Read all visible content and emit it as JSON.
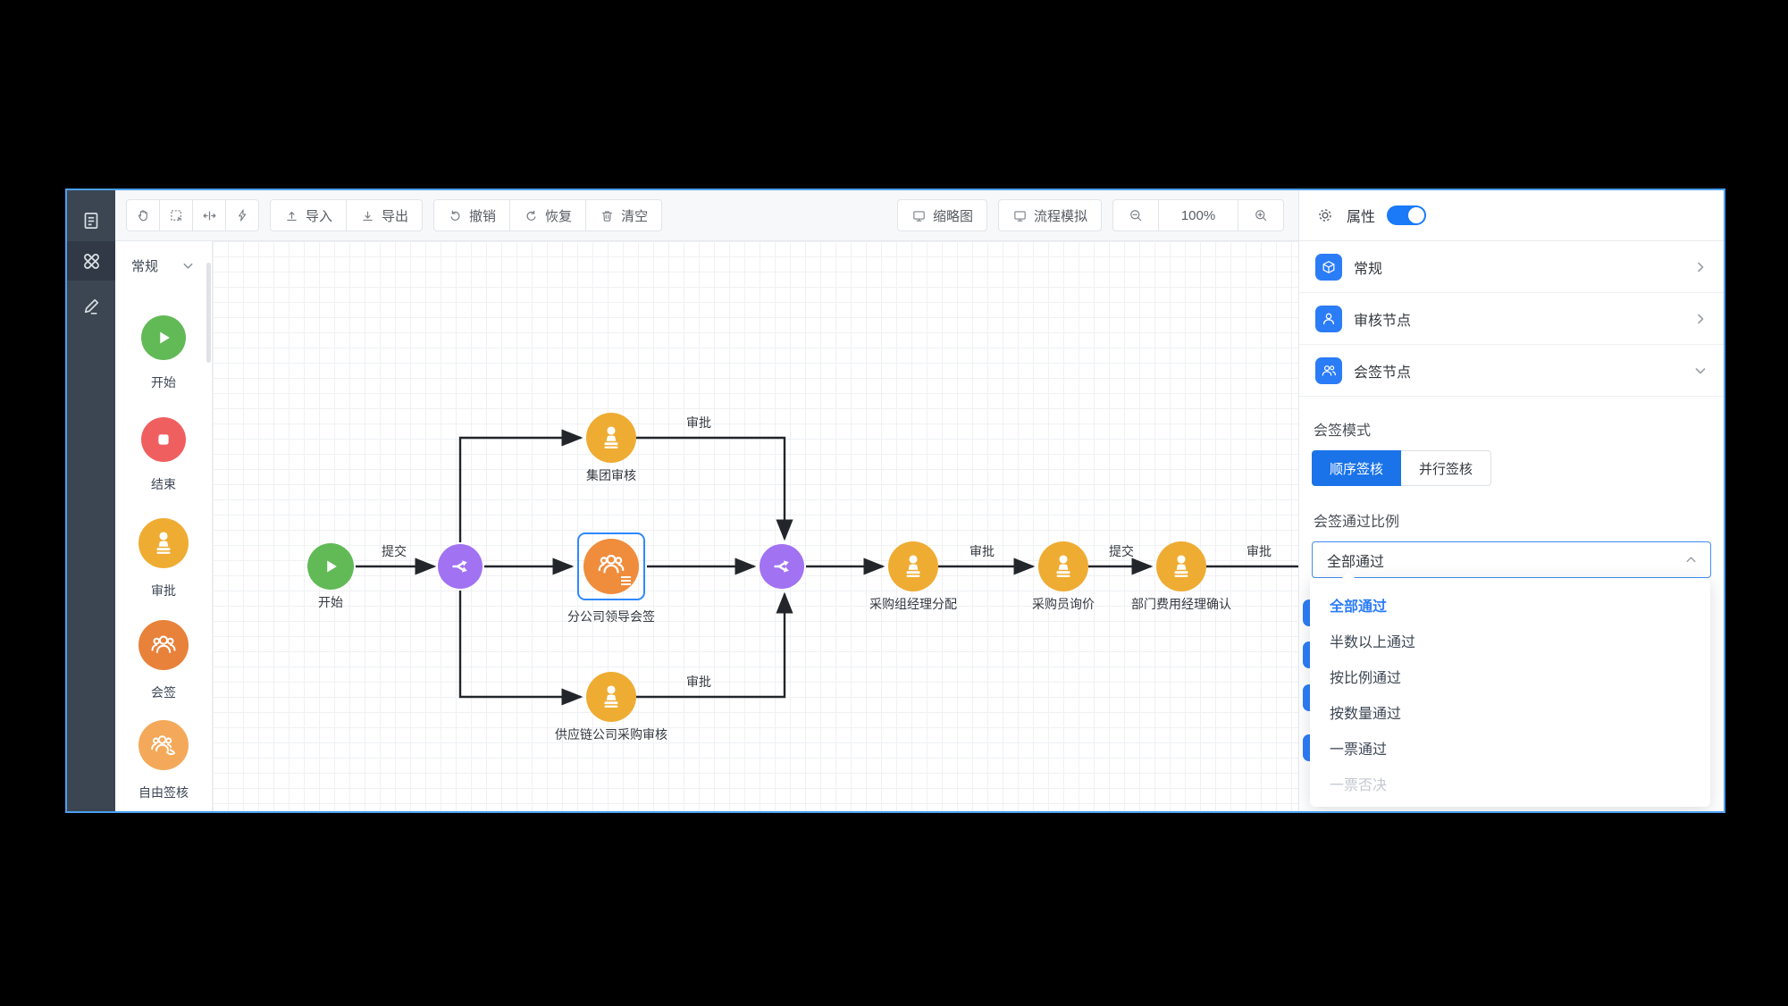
{
  "toolbar": {
    "tools": [
      {
        "icon": "hand-icon"
      },
      {
        "icon": "marquee-select-icon"
      },
      {
        "icon": "fit-width-icon"
      },
      {
        "icon": "lightning-icon"
      }
    ],
    "import_label": "导入",
    "export_label": "导出",
    "undo_label": "撤销",
    "redo_label": "恢复",
    "clear_label": "清空",
    "minimap_label": "缩略图",
    "simulate_label": "流程模拟",
    "zoom_level": "100%"
  },
  "palette": {
    "header": "常规",
    "items": [
      {
        "label": "开始",
        "type": "start"
      },
      {
        "label": "结束",
        "type": "end"
      },
      {
        "label": "审批",
        "type": "approve"
      },
      {
        "label": "会签",
        "type": "countersign"
      },
      {
        "label": "自由签核",
        "type": "free-sign"
      }
    ]
  },
  "canvas": {
    "nodes": [
      {
        "label": "开始",
        "type": "start"
      },
      {
        "label": "集团审核",
        "type": "approve"
      },
      {
        "label": "分公司领导会签",
        "type": "countersign",
        "selected": true
      },
      {
        "label": "供应链公司采购审核",
        "type": "approve"
      },
      {
        "label": "采购组经理分配",
        "type": "approve"
      },
      {
        "label": "采购员询价",
        "type": "approve"
      },
      {
        "label": "部门费用经理确认",
        "type": "approve"
      }
    ],
    "edge_labels": [
      "提交",
      "审批",
      "审批",
      "审批",
      "提交",
      "审批"
    ]
  },
  "panel": {
    "title": "属性",
    "toggle_on": true,
    "sections": [
      {
        "label": "常规",
        "icon": "cube-icon",
        "expanded": false
      },
      {
        "label": "审核节点",
        "icon": "user-icon",
        "expanded": false
      },
      {
        "label": "会签节点",
        "icon": "users-icon",
        "expanded": true
      }
    ],
    "mode": {
      "label": "会签模式",
      "options": [
        "顺序签核",
        "并行签核"
      ],
      "selected": "顺序签核"
    },
    "ratio": {
      "label": "会签通过比例",
      "value": "全部通过",
      "options": [
        "全部通过",
        "半数以上通过",
        "按比例通过",
        "按数量通过",
        "一票通过",
        "一票否决"
      ],
      "selected": "全部通过",
      "disabled_option": "一票否决"
    }
  },
  "colors": {
    "accent_blue": "#2b7cf7",
    "toggle_blue": "#1a7af8",
    "selection_blue": "#2f88ff",
    "window_border": "#4a9ff0",
    "node_green": "#62ba57",
    "node_red": "#f05f5f",
    "node_amber": "#efac33",
    "node_orange": "#ef8d3d",
    "node_orange_light": "#f4a95a",
    "node_purple": "#a172f2",
    "edge_dark": "#22262b"
  }
}
